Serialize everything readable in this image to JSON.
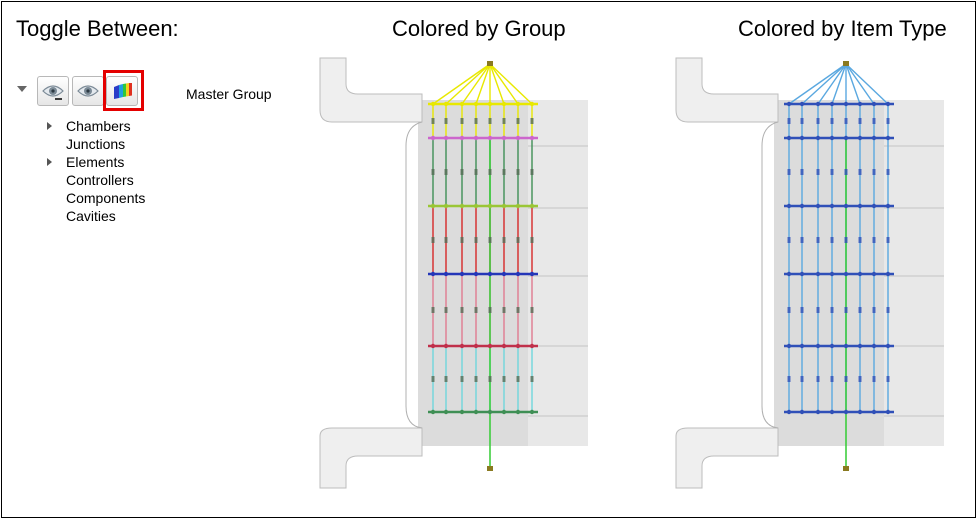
{
  "header": {
    "toggle_title": "Toggle Between:"
  },
  "captions": {
    "group": "Colored by Group",
    "item_type": "Colored by Item Type"
  },
  "toolbar": {
    "buttons": [
      {
        "icon": "eye-minus-icon",
        "selected": false
      },
      {
        "icon": "eye-icon",
        "selected": false
      },
      {
        "icon": "color-map-icon",
        "selected": true
      }
    ],
    "highlight_color": "#e40000"
  },
  "tree": {
    "root_label": "Master Group",
    "items": [
      {
        "label": "Chambers",
        "expandable": true
      },
      {
        "label": "Junctions",
        "expandable": false
      },
      {
        "label": "Elements",
        "expandable": true
      },
      {
        "label": "Controllers",
        "expandable": false
      },
      {
        "label": "Components",
        "expandable": false
      },
      {
        "label": "Cavities",
        "expandable": false
      }
    ]
  },
  "views": {
    "group": {
      "band_colors": [
        "#e8e800",
        "#cc66cc",
        "#3f8f55",
        "#9ac636",
        "#d62828",
        "#2436b8",
        "#e07a90",
        "#c0304a",
        "#6fd6dc",
        "#3f8f55"
      ],
      "column_colors": [
        "#e8e800",
        "#3f8f55",
        "#d62828",
        "#e07a90",
        "#6fd6dc"
      ],
      "stem_color": "#33cc33"
    },
    "item_type": {
      "line_color": "#5aa8e0",
      "node_color": "#3050b8",
      "stem_color": "#33cc33"
    }
  }
}
